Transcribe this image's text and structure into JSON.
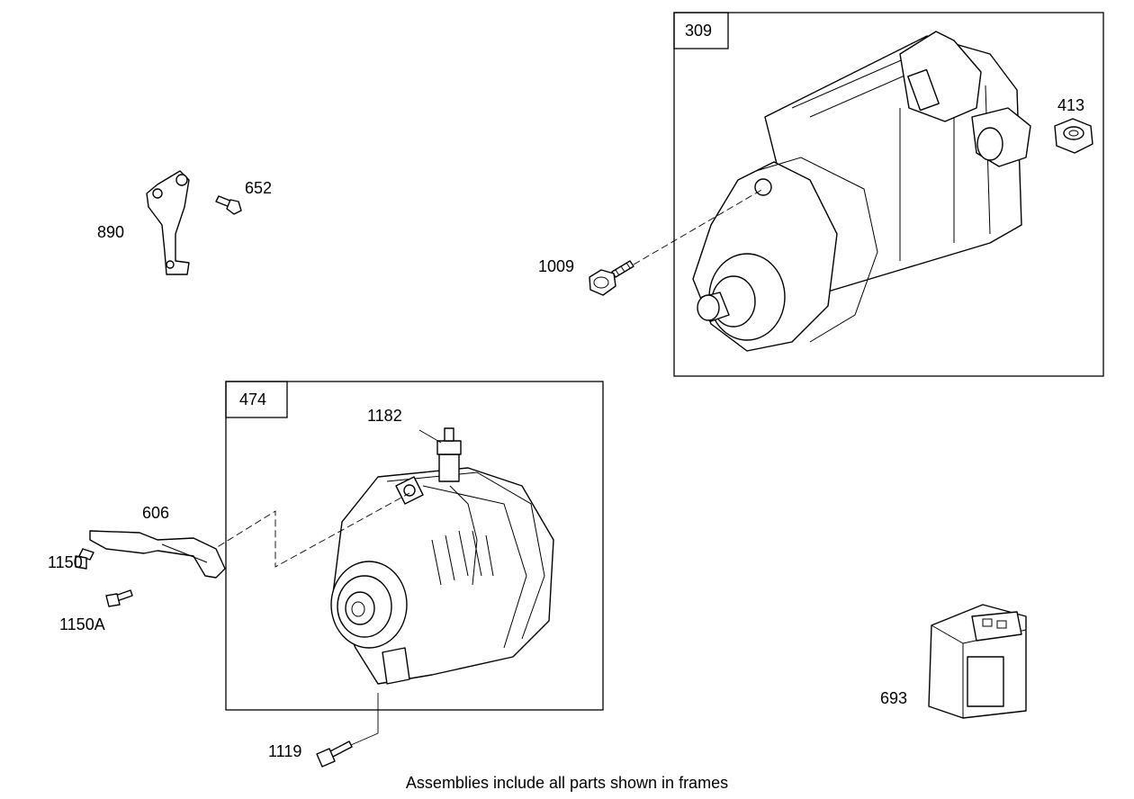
{
  "frames": [
    {
      "id": "309"
    },
    {
      "id": "474"
    }
  ],
  "parts": {
    "p309": "309",
    "p413": "413",
    "p652": "652",
    "p890": "890",
    "p1009": "1009",
    "p474": "474",
    "p1182": "1182",
    "p606": "606",
    "p1150": "1150",
    "p1150a": "1150A",
    "p1119": "1119",
    "p693": "693"
  },
  "caption": "Assemblies include all parts shown in frames"
}
